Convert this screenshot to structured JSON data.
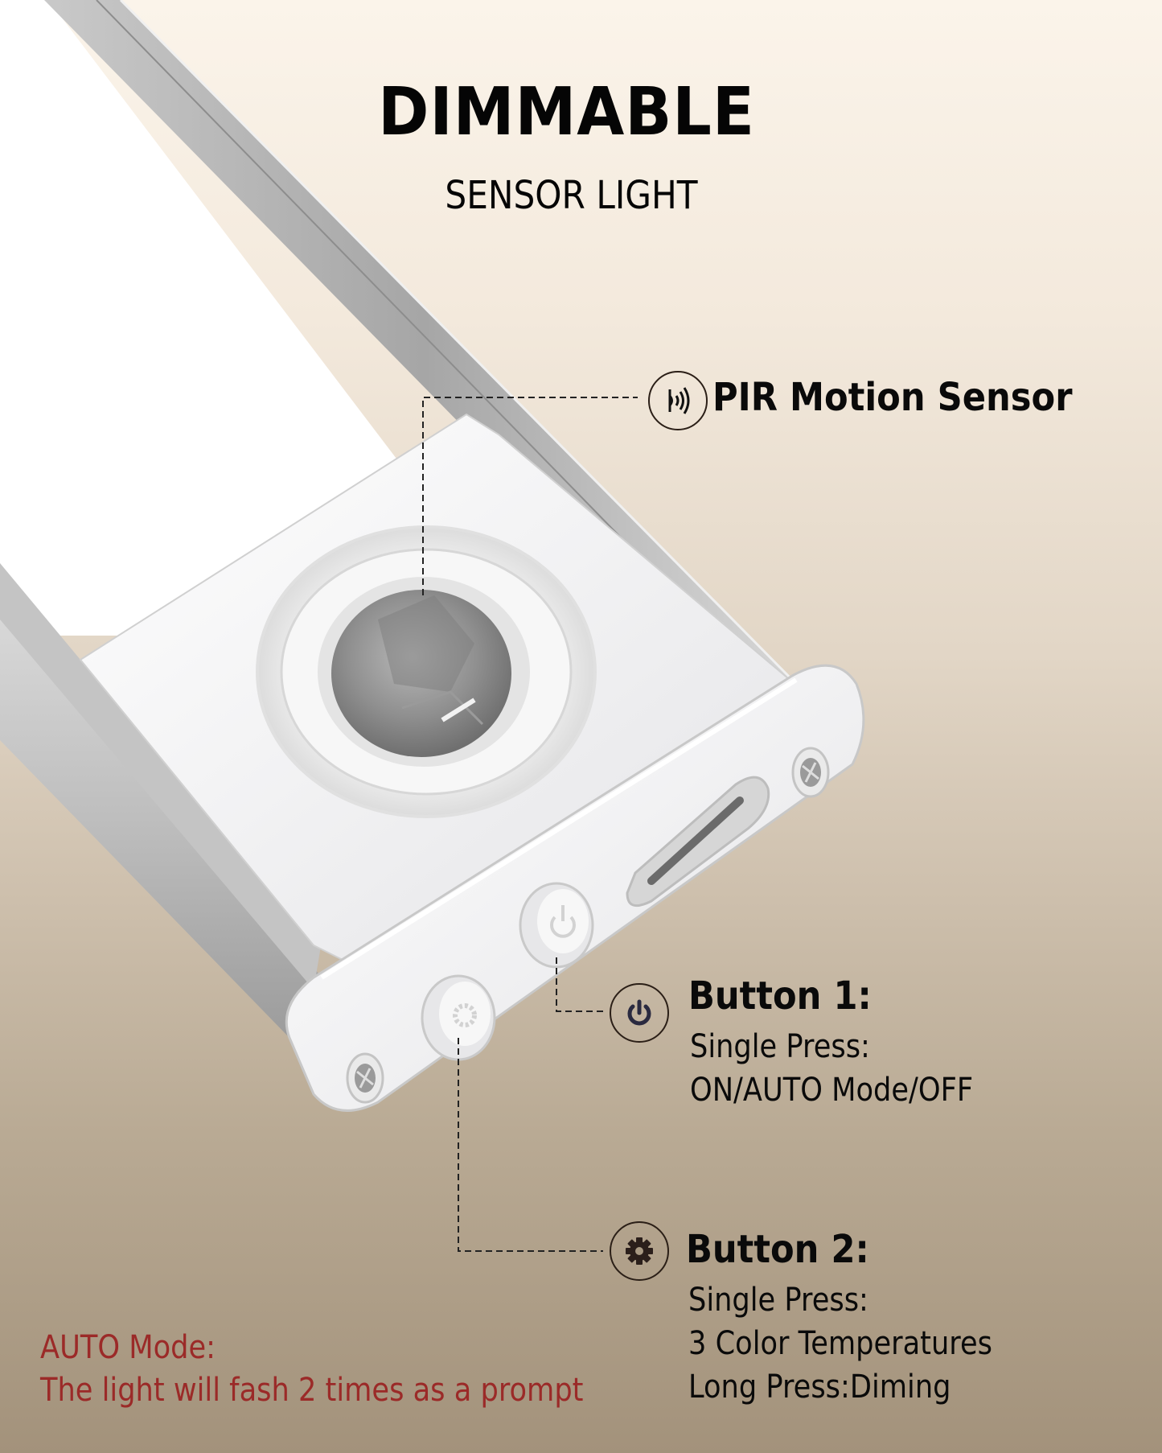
{
  "header": {
    "title": "DIMMABLE",
    "subtitle": "SENSOR LIGHT"
  },
  "callouts": {
    "pir": {
      "icon": "motion-sensor-icon",
      "label": "PIR Motion Sensor"
    },
    "button1": {
      "icon": "power-icon",
      "title": "Button 1:",
      "lines": [
        "Single Press:",
        "ON/AUTO Mode/OFF"
      ]
    },
    "button2": {
      "icon": "gear-icon",
      "title": "Button 2:",
      "lines": [
        "Single Press:",
        "3 Color Temperatures",
        "Long Press:Diming"
      ]
    }
  },
  "note": {
    "title": "AUTO Mode:",
    "text": "The light will fash 2 times as a prompt"
  },
  "colors": {
    "background_top": "#fbf4ea",
    "background_bottom": "#a3927b",
    "text": "#0a0a0a",
    "note_red": "#9b2a28",
    "power_icon": "#2a2a40",
    "gear_icon": "#2b1f1b"
  }
}
